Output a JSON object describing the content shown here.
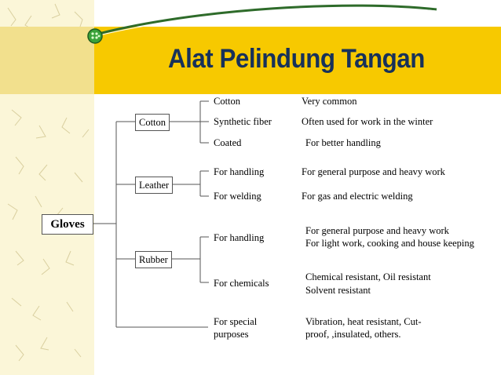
{
  "title": "Alat Pelindung Tangan",
  "colors": {
    "band": "#f7c900",
    "title": "#17315a",
    "swoosh": "#2e6b2a",
    "orb": "#3aa23a"
  },
  "root": "Gloves",
  "categories": [
    {
      "label": "Cotton",
      "items": [
        {
          "type": "Cotton",
          "desc": [
            "Very common"
          ]
        },
        {
          "type": "Synthetic fiber",
          "desc": [
            "Often used for work in the winter"
          ]
        },
        {
          "type": "Coated",
          "desc": [
            "For better handling"
          ]
        }
      ]
    },
    {
      "label": "Leather",
      "items": [
        {
          "type": "For handling",
          "desc": [
            "For general purpose and heavy work"
          ]
        },
        {
          "type": "For welding",
          "desc": [
            "For gas and electric welding"
          ]
        }
      ]
    },
    {
      "label": "Rubber",
      "items": [
        {
          "type": "For handling",
          "desc": [
            "For general purpose and heavy work",
            "For light work, cooking and house keeping"
          ]
        },
        {
          "type": "For chemicals",
          "desc": [
            "Chemical  resistant, Oil  resistant",
            "Solvent  resistant"
          ]
        },
        {
          "type": [
            "For special",
            "purposes"
          ],
          "desc": [
            "Vibration, heat resistant, Cut-",
            "proof, ,insulated, others."
          ]
        }
      ]
    }
  ]
}
